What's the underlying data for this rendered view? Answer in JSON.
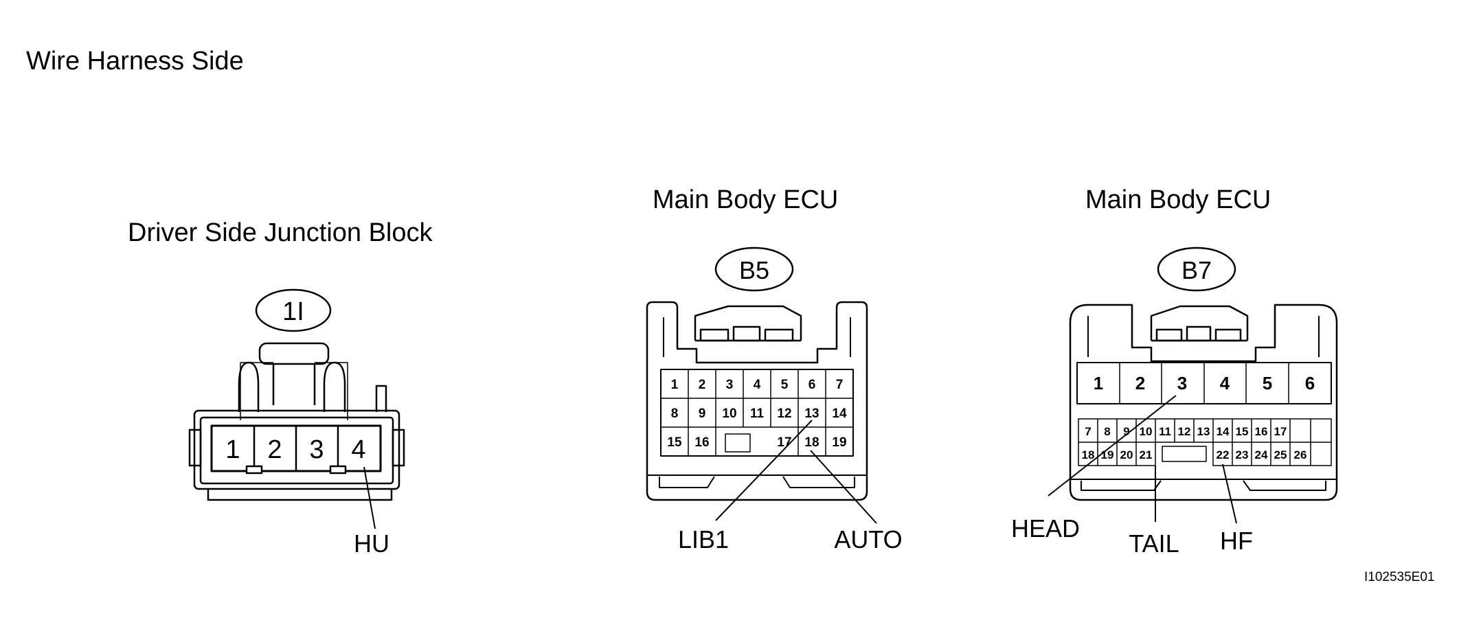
{
  "title": "Wire Harness Side",
  "image_code": "I102535E01",
  "connectors": [
    {
      "name": "Driver Side Junction Block",
      "code": "1I",
      "pins": [
        "1",
        "2",
        "3",
        "4"
      ],
      "signals": [
        {
          "label": "HU",
          "pin": "4"
        }
      ]
    },
    {
      "name": "Main Body ECU",
      "code": "B5",
      "pin_rows": [
        [
          "1",
          "2",
          "3",
          "4",
          "5",
          "6",
          "7"
        ],
        [
          "8",
          "9",
          "10",
          "11",
          "12",
          "13",
          "14"
        ],
        [
          "15",
          "16",
          "17",
          "18",
          "19"
        ]
      ],
      "signals": [
        {
          "label": "LIB1",
          "pin": "13"
        },
        {
          "label": "AUTO",
          "pin": "18"
        }
      ]
    },
    {
      "name": "Main Body ECU",
      "code": "B7",
      "large_pins": [
        "1",
        "2",
        "3",
        "4",
        "5",
        "6"
      ],
      "pin_rows": [
        [
          "7",
          "8",
          "9",
          "10",
          "11",
          "12",
          "13",
          "14",
          "15",
          "16",
          "17"
        ],
        [
          "18",
          "19",
          "20",
          "21",
          "22",
          "23",
          "24",
          "25",
          "26"
        ]
      ],
      "signals": [
        {
          "label": "HEAD",
          "pin": "3"
        },
        {
          "label": "TAIL",
          "pin": "21"
        },
        {
          "label": "HF",
          "pin": "22"
        }
      ]
    }
  ]
}
